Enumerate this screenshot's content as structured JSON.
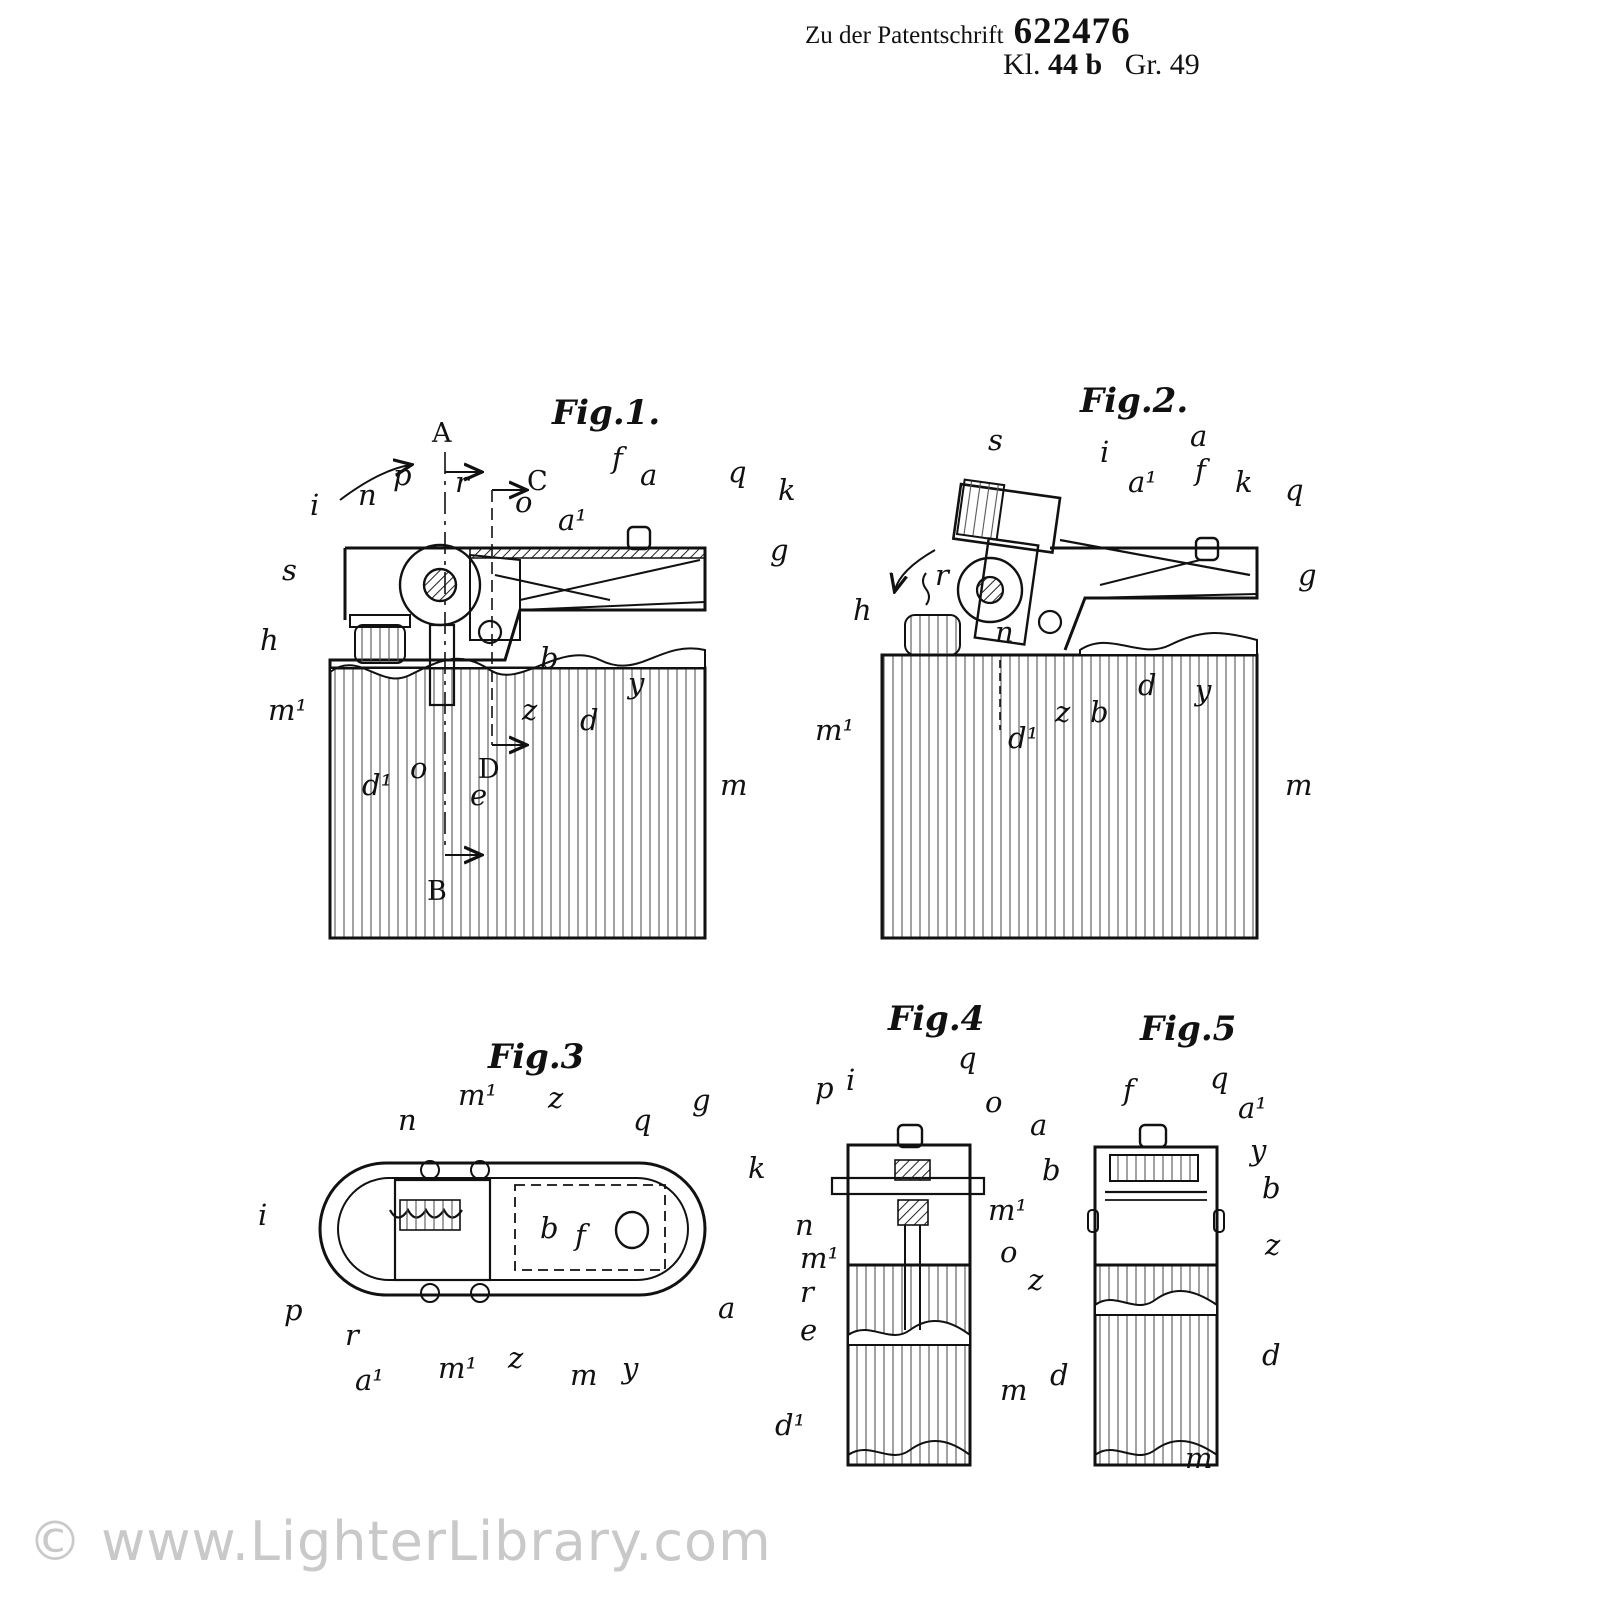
{
  "header": {
    "prefix": "Zu der Patentschrift",
    "number": "622476",
    "class_label": "Kl.",
    "class_value": "44 b",
    "group_label": "Gr.",
    "group_value": "49"
  },
  "watermark": "© www.LighterLibrary.com",
  "figures": {
    "fig1": {
      "title": "Fig.1.",
      "labels": [
        "i",
        "n",
        "p",
        "r",
        "A",
        "C",
        "o",
        "a¹",
        "f",
        "a",
        "q",
        "k",
        "g",
        "s",
        "h",
        "m¹",
        "d¹",
        "o",
        "e",
        "z",
        "d",
        "y",
        "b",
        "D",
        "m",
        "B"
      ]
    },
    "fig2": {
      "title": "Fig.2.",
      "labels": [
        "s",
        "i",
        "a",
        "a¹",
        "f",
        "k",
        "q",
        "g",
        "r",
        "h",
        "n",
        "m¹",
        "d¹",
        "z",
        "b",
        "d",
        "y",
        "m"
      ]
    },
    "fig3": {
      "title": "Fig.3",
      "labels": [
        "n",
        "m¹",
        "z",
        "q",
        "g",
        "k",
        "i",
        "b",
        "f",
        "p",
        "r",
        "a¹",
        "m¹",
        "z",
        "m",
        "y",
        "a"
      ]
    },
    "fig4": {
      "title": "Fig.4",
      "labels": [
        "p",
        "i",
        "q",
        "o",
        "n",
        "m¹",
        "m¹",
        "r",
        "e",
        "o",
        "d¹",
        "m"
      ]
    },
    "fig5": {
      "title": "Fig.5",
      "labels": [
        "f",
        "q",
        "a¹",
        "a",
        "y",
        "b",
        "b",
        "z",
        "z",
        "d",
        "d",
        "m"
      ]
    }
  }
}
